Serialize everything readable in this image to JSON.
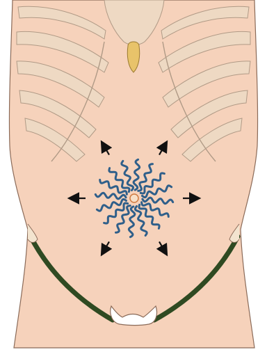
{
  "figure": {
    "subject": "abdomen",
    "icons": [
      "rib-cage-icon",
      "xiphoid-process-icon",
      "umbilicus-icon",
      "radiating-wavy-lines-icon",
      "outward-arrow-icon",
      "inguinal-ligament-icon",
      "pubic-region-icon"
    ],
    "colors": {
      "skin": "#f6d2bb",
      "skin_outline": "#8a6a58",
      "ribs": "#eed9c3",
      "ribs_outline": "#b09a86",
      "xiphoid": "#e8c36a",
      "wavy_lines": "#2f5f8a",
      "umbilicus": "#d07a40",
      "inguinal_ligament": "#2f4a22",
      "arrows": "#111111"
    },
    "radiating_lines_count": 16,
    "arrow_count": 6
  }
}
